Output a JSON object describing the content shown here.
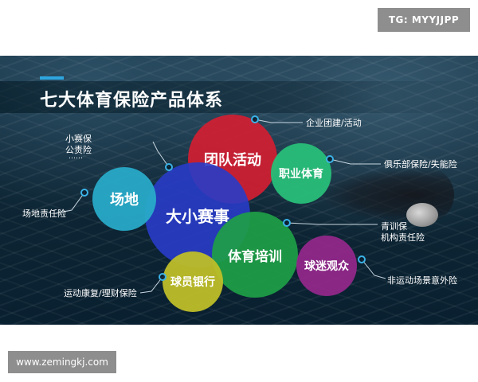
{
  "watermarks": {
    "top": "TG: MYYJJPP",
    "bottom": "www.zemingkj.com"
  },
  "slide": {
    "title": "七大体育保险产品体系",
    "bubbles": {
      "team": "团队活动",
      "pro": "职业体育",
      "big": "大小赛事",
      "site": "场地",
      "train": "体育培训",
      "fans": "球迷观众",
      "bank": "球员银行"
    },
    "labels": {
      "enterprise": "企业团建/活动",
      "club": "俱乐部保险/失能险",
      "small_event_1": "小赛保",
      "small_event_2": "公责险",
      "small_event_3": "……",
      "venue": "场地责任险",
      "youth_1": "青训保",
      "youth_2": "机构责任险",
      "non_sport": "非运动场景意外险",
      "rehab": "运动康复/理财保险"
    }
  },
  "colors": {
    "accent": "#2ea6e0",
    "team": "#d21e32",
    "pro": "#28be78",
    "big": "#283cc8",
    "site": "#28aac8",
    "train": "#1ea046",
    "fans": "#96288c",
    "bank": "#bebe28"
  }
}
